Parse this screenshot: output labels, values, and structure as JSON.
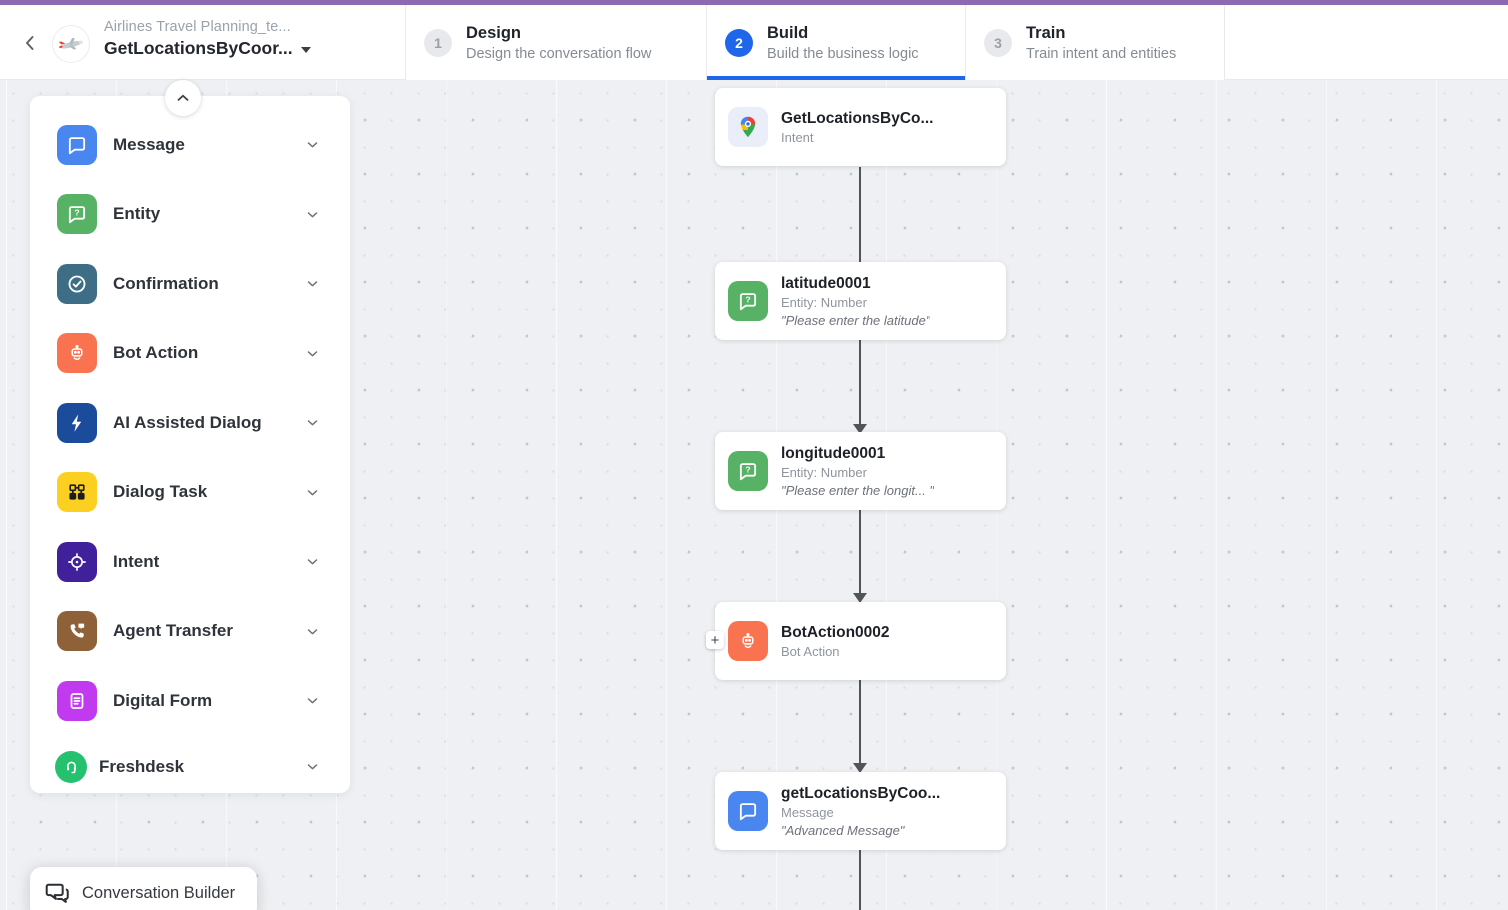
{
  "colors": {
    "top_strip": "#8d6bb3",
    "accent_blue": "#2066eb",
    "canvas_bg": "#eef0f3",
    "message_blue": "#4a86f0",
    "entity_green": "#57b266",
    "confirmation_teal": "#3d6e86",
    "bot_action_orange": "#f97351",
    "ai_dialog_navy": "#1b4c9c",
    "dialog_task_yellow": "#fbd020",
    "intent_purple": "#41219b",
    "agent_transfer_brown": "#8f6138",
    "digital_form_magenta": "#c13af0",
    "freshdesk_green": "#25c16f"
  },
  "header": {
    "project_name": "Airlines Travel Planning_te...",
    "task_name": "GetLocationsByCoor...",
    "steps": [
      {
        "num": "1",
        "label": "Design",
        "desc": "Design the conversation flow"
      },
      {
        "num": "2",
        "label": "Build",
        "desc": "Build the business logic"
      },
      {
        "num": "3",
        "label": "Train",
        "desc": "Train intent and entities"
      }
    ]
  },
  "sidebar": {
    "items": [
      {
        "label": "Message",
        "color": "#4a86f0"
      },
      {
        "label": "Entity",
        "color": "#57b266"
      },
      {
        "label": "Confirmation",
        "color": "#3d6e86"
      },
      {
        "label": "Bot Action",
        "color": "#f97351"
      },
      {
        "label": "AI Assisted Dialog",
        "color": "#1b4c9c"
      },
      {
        "label": "Dialog Task",
        "color": "#fbd020"
      },
      {
        "label": "Intent",
        "color": "#41219b"
      },
      {
        "label": "Agent Transfer",
        "color": "#8f6138"
      },
      {
        "label": "Digital Form",
        "color": "#c13af0"
      },
      {
        "label": "Freshdesk",
        "color": "#25c16f"
      }
    ]
  },
  "canvas": {
    "plus_label": "+",
    "nodes": [
      {
        "title": "GetLocationsByCo...",
        "type": "Intent",
        "quote": ""
      },
      {
        "title": "latitude0001",
        "type": "Entity: Number",
        "quote": "\"Please enter the latitude\""
      },
      {
        "title": "longitude0001",
        "type": "Entity: Number",
        "quote": "\"Please enter the longit...  \""
      },
      {
        "title": "BotAction0002",
        "type": "Bot Action",
        "quote": ""
      },
      {
        "title": "getLocationsByCoo...",
        "type": "Message",
        "quote": "\"Advanced Message\""
      }
    ]
  },
  "footer": {
    "builder_label": "Conversation Builder"
  }
}
